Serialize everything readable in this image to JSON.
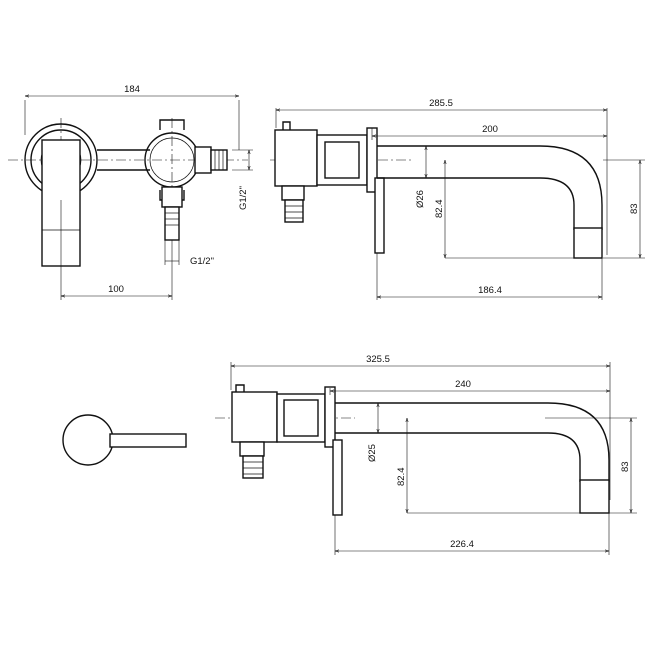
{
  "top_view": {
    "dim_width_total": "184",
    "dim_spacing": "100",
    "thread_label_side": "G1/2\"",
    "thread_label_bottom": "G1/2\"",
    "dim_overall_length": "285.5",
    "dim_spout_length": "200",
    "dim_diameter": "Ø26",
    "dim_spout_drop": "82.4",
    "dim_height": "83",
    "dim_reach": "186.4"
  },
  "bottom_view": {
    "dim_overall_length": "325.5",
    "dim_spout_length": "240",
    "dim_diameter": "Ø25",
    "dim_spout_drop": "82.4",
    "dim_height": "83",
    "dim_reach": "226.4"
  }
}
